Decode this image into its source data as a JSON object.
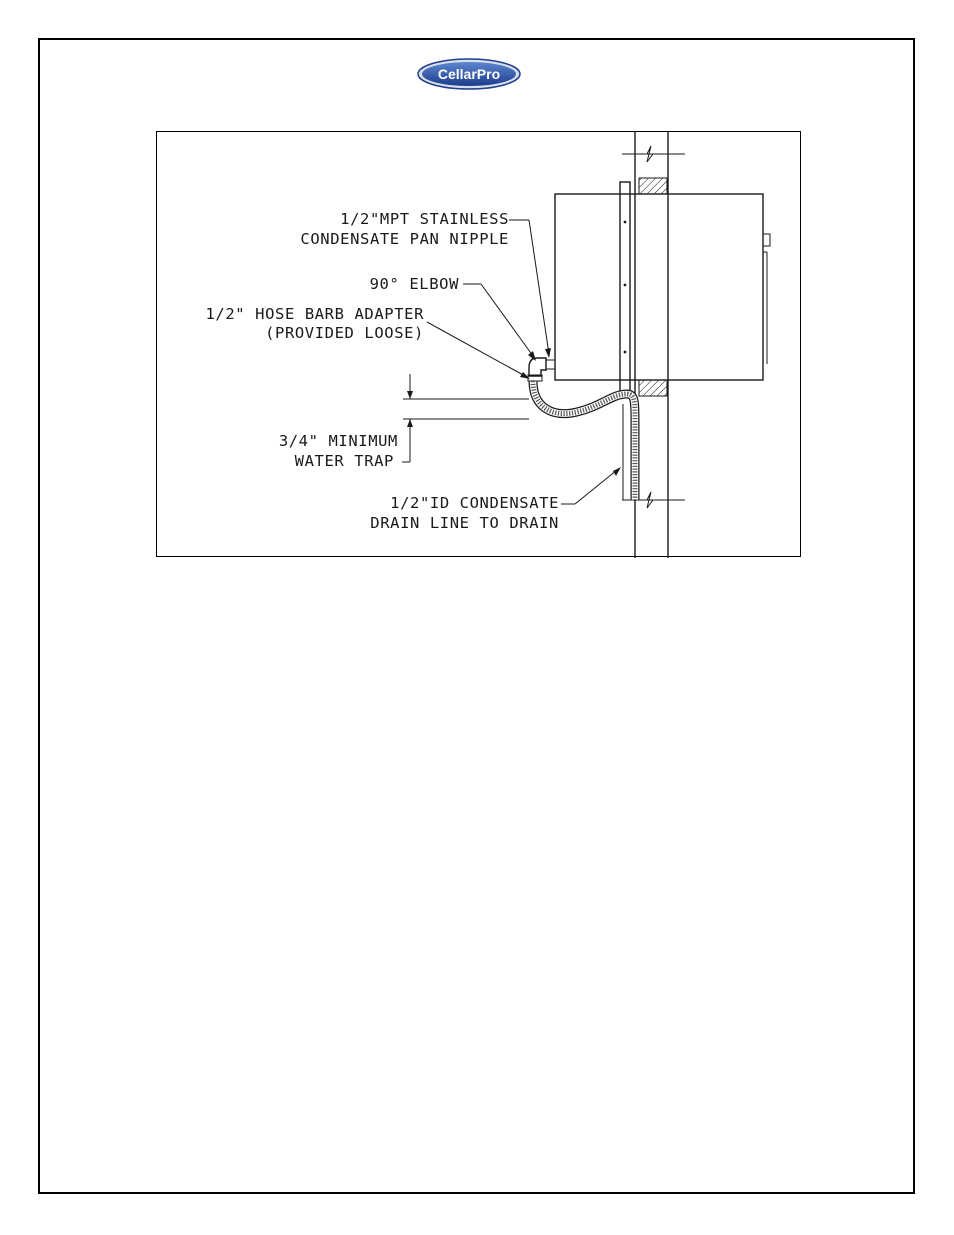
{
  "logo": {
    "text": "CellarPro",
    "colors": {
      "outer": "#1f3f8f",
      "inner": "#2e5fb0",
      "text": "#ffffff"
    }
  },
  "diagram": {
    "labels": {
      "nipple_line1": "1/2\"MPT STAINLESS",
      "nipple_line2": "CONDENSATE PAN NIPPLE",
      "elbow": "90° ELBOW",
      "adapter_line1": "1/2\" HOSE BARB ADAPTER",
      "adapter_line2": "(PROVIDED LOOSE)",
      "trap_line1": "3/4\" MINIMUM",
      "trap_line2": "WATER TRAP",
      "drain_line1": "1/2\"ID CONDENSATE",
      "drain_line2": "DRAIN LINE TO DRAIN"
    }
  }
}
